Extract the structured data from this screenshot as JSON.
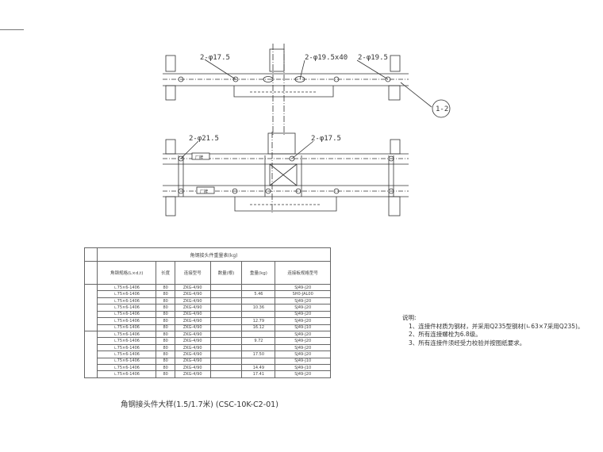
{
  "labels": {
    "top_left": "2-φ17.5",
    "top_mid": "2-φ19.5x40",
    "top_right": "2-φ19.5",
    "callout": "1-2",
    "mid_left": "2-φ21.5",
    "mid_right": "2-φ17.5",
    "plate_tag_1": "厂牌",
    "plate_tag_2": "厂牌"
  },
  "table": {
    "title": "角钢接头件重量表(kg)",
    "headers": [
      "角钢规格(L×d,t)",
      "长度",
      "连接型号",
      "数量(根)",
      "重量(kg)",
      "连接板规格型号"
    ],
    "rows": [
      [
        "∟75×6-1406",
        "80",
        "ZKG-4/90",
        "",
        "",
        "SJ49-J20"
      ],
      [
        "∟75×6-1406",
        "80",
        "ZKG-4/90",
        "",
        "5.46",
        "SH0-JAL00"
      ],
      [
        "∟75×6-1406",
        "80",
        "ZKG-4/90",
        "",
        "",
        "SJ49-J20"
      ],
      [
        "∟75×6-1406",
        "80",
        "ZKG-4/90",
        "",
        "10.36",
        "SJ49-J20"
      ],
      [
        "∟75×6-1406",
        "80",
        "ZKG-4/90",
        "",
        "",
        "SJ49-J20"
      ],
      [
        "∟75×6-1406",
        "80",
        "ZKG-4/90",
        "",
        "12.79",
        "SJ49-J20"
      ],
      [
        "∟75×6-1406",
        "80",
        "ZKG-4/90",
        "",
        "16.12",
        "SJ49-J10"
      ],
      [
        "∟75×6-1406",
        "80",
        "ZKG-4/90",
        "",
        "",
        "SJ49-J20"
      ],
      [
        "∟75×6-1406",
        "80",
        "ZKG-4/90",
        "",
        "9.72",
        "SJ49-J20"
      ],
      [
        "∟75×6-1406",
        "80",
        "ZKG-4/90",
        "",
        "",
        "SJ49-J20"
      ],
      [
        "∟75×6-1406",
        "80",
        "ZKG-4/90",
        "",
        "17.50",
        "SJ49-J20"
      ],
      [
        "∟75×6-1406",
        "80",
        "ZKG-4/90",
        "",
        "",
        "SJ49-J10"
      ],
      [
        "∟75×6-1406",
        "80",
        "ZKG-4/90",
        "",
        "14.49",
        "SJ49-J10"
      ],
      [
        "∟75×6-1406",
        "80",
        "ZKG-4/90",
        "",
        "17.41",
        "SJ49-J20"
      ]
    ]
  },
  "notes": {
    "title": "说明:",
    "items": [
      "1、连接件材质为钢材，并采用Q235型钢材(∟63×7采用Q235)。",
      "2、所有连接螺栓为6.8级。",
      "3、所有连接件须经受力校验并按图纸要求。"
    ]
  },
  "caption": "角钢接头件大样(1.5/1.7米)  (CSC-10K-C2-01)"
}
